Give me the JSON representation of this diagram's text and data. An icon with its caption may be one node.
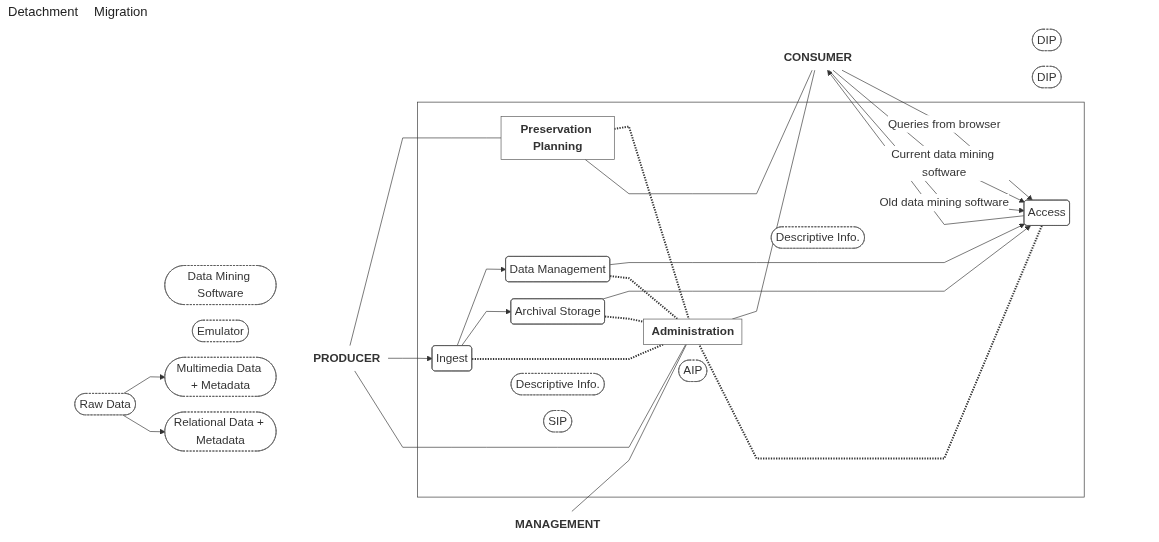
{
  "diagram": {
    "nodes": [
      {
        "text": [
          "Raw Data"
        ]
      },
      {
        "text": [
          "Multimedia Data + Metadata"
        ]
      },
      {
        "text": [
          "Relational Data + Metadata"
        ]
      },
      {
        "text": [
          "PRODUCER"
        ]
      },
      {
        "text": [
          "Data Mining Software"
        ]
      },
      {
        "text": [
          "Emulator"
        ]
      },
      {
        "text": [],
        "shape": "box"
      },
      {
        "text": [
          "Preservation Planning"
        ],
        "in": 6
      },
      {
        "text": [
          "Descriptive Info."
        ],
        "in": 6
      },
      {
        "text": [
          "Ingest"
        ],
        "in": 6
      },
      {
        "text": [
          "SIP"
        ],
        "in": 6
      },
      {
        "text": [
          "Descriptive Info."
        ],
        "in": 6
      },
      {
        "text": [
          "Data Management"
        ],
        "in": 6
      },
      {
        "text": [
          "Archival Storage"
        ],
        "in": 6
      },
      {
        "text": [
          "AIP"
        ],
        "in": 6
      },
      {
        "text": [
          "Access"
        ],
        "in": 6
      },
      {
        "text": [
          "Administration"
        ],
        "in": 6
      },
      {
        "text": [
          "DIP"
        ]
      },
      {
        "text": [
          "DIP"
        ]
      },
      {
        "text": [
          "CONSUMER"
        ]
      },
      {
        "text": [
          "MANAGEMENT"
        ]
      }
    ],
    "edges": [
      {
        "from": 0,
        "to": 1,
        "arrow": "to"
      },
      {
        "from": 0,
        "to": 2,
        "arrow": "to"
      },
      {
        "from": 3,
        "to": 7,
        "arrow": "none"
      },
      {
        "from": 3,
        "to": 9,
        "arrow": "to"
      },
      {
        "from": 3,
        "to": 16,
        "arrow": "none"
      },
      {
        "from": 9,
        "to": 12,
        "arrow": "to"
      },
      {
        "from": 9,
        "to": 13,
        "arrow": "to"
      },
      {
        "from": 12,
        "to": 15,
        "arrow": "to"
      },
      {
        "from": 13,
        "to": 15,
        "arrow": "to"
      },
      {
        "from": 7,
        "to": 16,
        "arrow": "none",
        "style": "dashed"
      },
      {
        "from": 9,
        "to": 16,
        "arrow": "none",
        "style": "dashed"
      },
      {
        "from": 13,
        "to": 16,
        "arrow": "none",
        "style": "dashed"
      },
      {
        "from": 12,
        "to": 16,
        "arrow": "none",
        "style": "dashed"
      },
      {
        "from": 15,
        "to": 16,
        "arrow": "none",
        "style": "dashed"
      },
      {
        "from": 7,
        "to": 19,
        "arrow": "none"
      },
      {
        "from": 19,
        "to": 15,
        "label": "Queries from browser",
        "arrow": "to"
      },
      {
        "from": 19,
        "to": 15,
        "label": "Current data mining software",
        "arrow": "to"
      },
      {
        "from": 19,
        "to": 15,
        "label": "Old data mining software",
        "arrow": "to"
      },
      {
        "from": 15,
        "to": 19,
        "arrow": "to"
      },
      {
        "from": 16,
        "to": 19,
        "arrow": "none"
      },
      {
        "from": 20,
        "to": 16,
        "arrow": "none"
      }
    ],
    "labels": [
      "Detachment",
      "Migration"
    ]
  }
}
